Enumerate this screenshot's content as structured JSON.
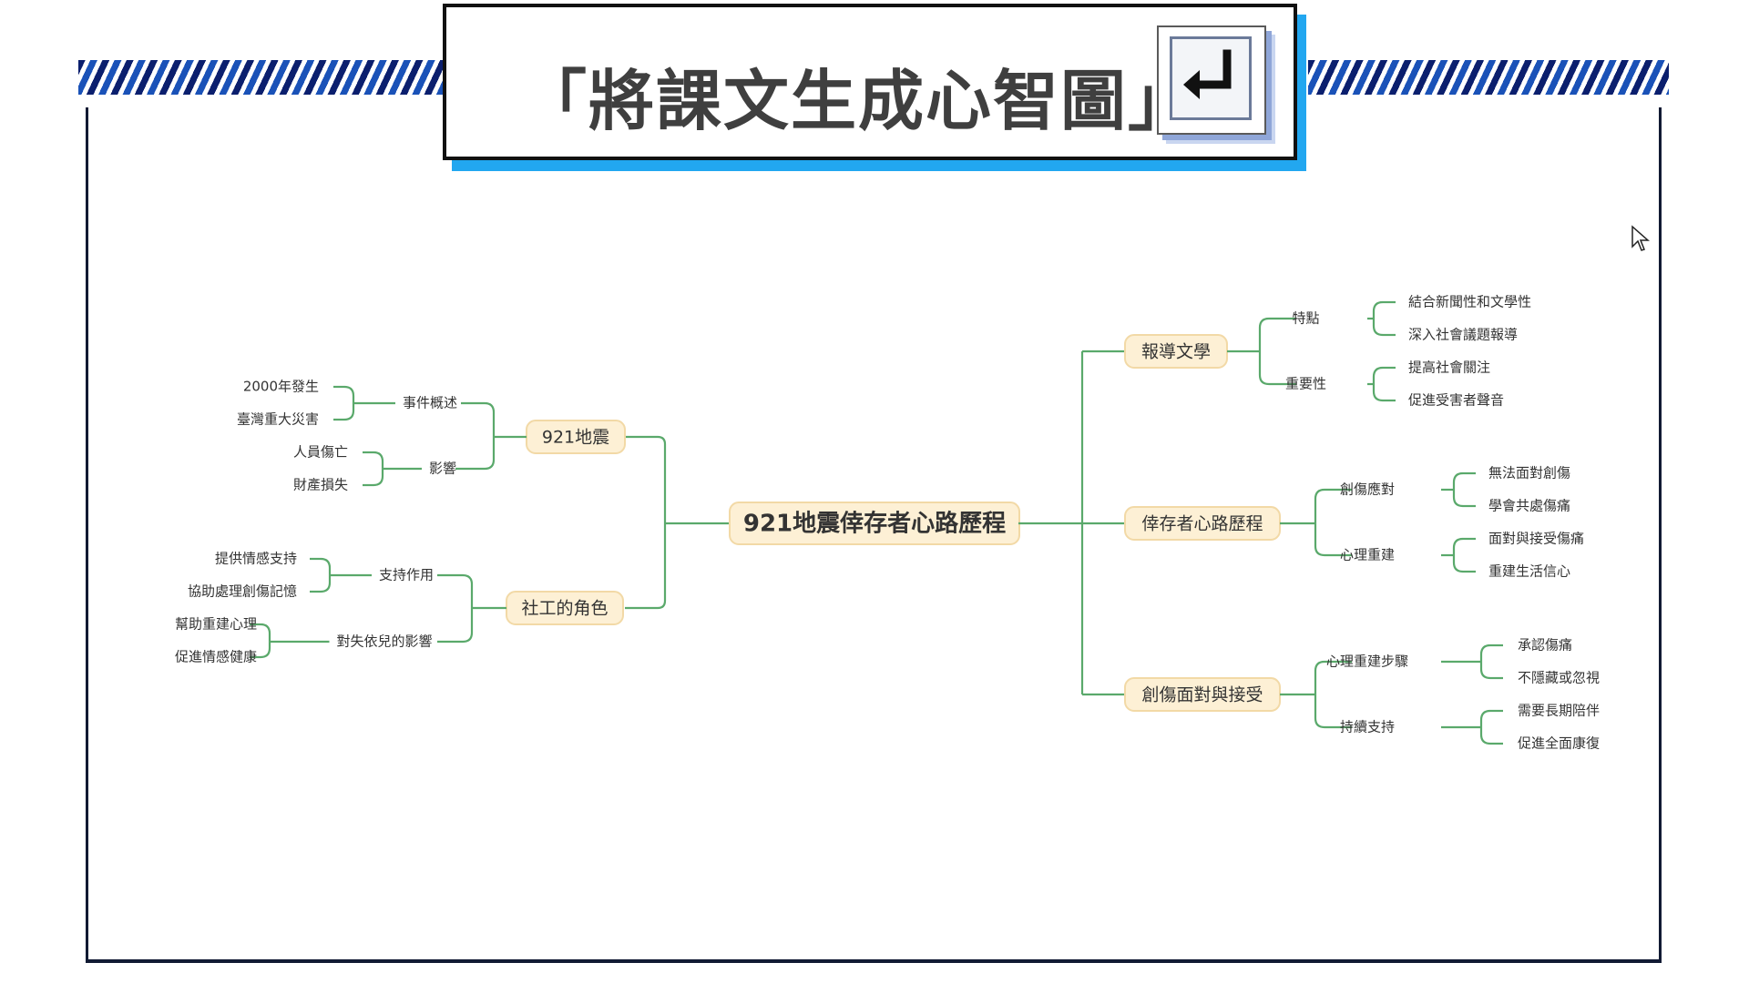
{
  "title": "「將課文生成心智圖」",
  "icons": {
    "enter": "enter-return-icon",
    "cursor": "mouse-pointer-icon"
  },
  "colors": {
    "stripe_dark": "#0b1f6e",
    "stripe_blue": "#1a52b8",
    "title_shadow": "#22a7f0",
    "branch_line": "#5aa96b",
    "node_fill": "#fdf0d5",
    "node_stroke": "#f2d9a6"
  },
  "mindmap": {
    "root": "921地震倖存者心路歷程",
    "left_branches": [
      {
        "label": "921地震",
        "children": [
          {
            "label": "事件概述",
            "leaves": [
              "2000年發生",
              "臺灣重大災害"
            ]
          },
          {
            "label": "影響",
            "leaves": [
              "人員傷亡",
              "財產損失"
            ]
          }
        ]
      },
      {
        "label": "社工的角色",
        "children": [
          {
            "label": "支持作用",
            "leaves": [
              "提供情感支持",
              "協助處理創傷記憶"
            ]
          },
          {
            "label": "對失依兒的影響",
            "leaves": [
              "幫助重建心理",
              "促進情感健康"
            ]
          }
        ]
      }
    ],
    "right_branches": [
      {
        "label": "報導文學",
        "children": [
          {
            "label": "特點",
            "leaves": [
              "結合新聞性和文學性",
              "深入社會議題報導"
            ]
          },
          {
            "label": "重要性",
            "leaves": [
              "提高社會關注",
              "促進受害者聲音"
            ]
          }
        ]
      },
      {
        "label": "倖存者心路歷程",
        "children": [
          {
            "label": "創傷應對",
            "leaves": [
              "無法面對創傷",
              "學會共處傷痛"
            ]
          },
          {
            "label": "心理重建",
            "leaves": [
              "面對與接受傷痛",
              "重建生活信心"
            ]
          }
        ]
      },
      {
        "label": "創傷面對與接受",
        "children": [
          {
            "label": "心理重建步驟",
            "leaves": [
              "承認傷痛",
              "不隱藏或忽視"
            ]
          },
          {
            "label": "持續支持",
            "leaves": [
              "需要長期陪伴",
              "促進全面康復"
            ]
          }
        ]
      }
    ]
  }
}
